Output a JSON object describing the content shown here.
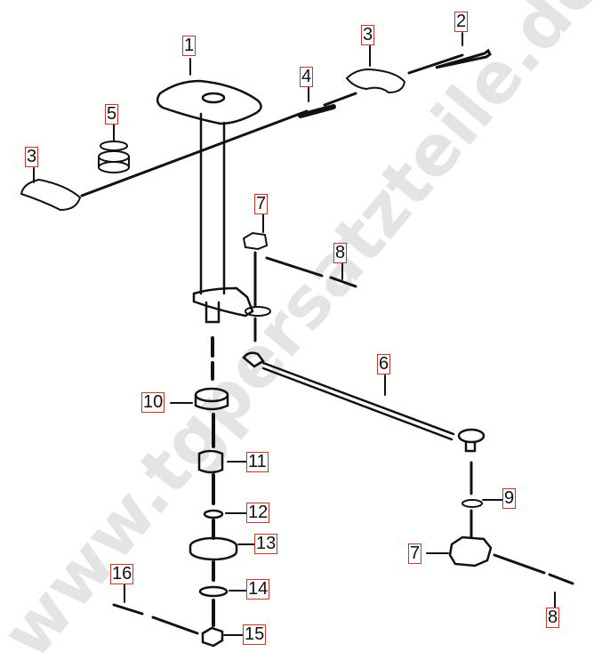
{
  "watermark": "www.tgpersatzteile.de",
  "colors": {
    "label_border": "#c0392b",
    "line": "#111111",
    "watermark": "#e4e4e4"
  },
  "labels": [
    {
      "id": "1",
      "text": "1"
    },
    {
      "id": "2",
      "text": "2"
    },
    {
      "id": "3a",
      "text": "3"
    },
    {
      "id": "4",
      "text": "4"
    },
    {
      "id": "5",
      "text": "5"
    },
    {
      "id": "3b",
      "text": "3"
    },
    {
      "id": "7a",
      "text": "7"
    },
    {
      "id": "8a",
      "text": "8"
    },
    {
      "id": "6",
      "text": "6"
    },
    {
      "id": "10",
      "text": "10"
    },
    {
      "id": "11",
      "text": "11"
    },
    {
      "id": "12",
      "text": "12"
    },
    {
      "id": "13",
      "text": "13"
    },
    {
      "id": "14",
      "text": "14"
    },
    {
      "id": "15",
      "text": "15"
    },
    {
      "id": "16",
      "text": "16"
    },
    {
      "id": "9",
      "text": "9"
    },
    {
      "id": "7b",
      "text": "7"
    },
    {
      "id": "8b",
      "text": "8"
    }
  ]
}
